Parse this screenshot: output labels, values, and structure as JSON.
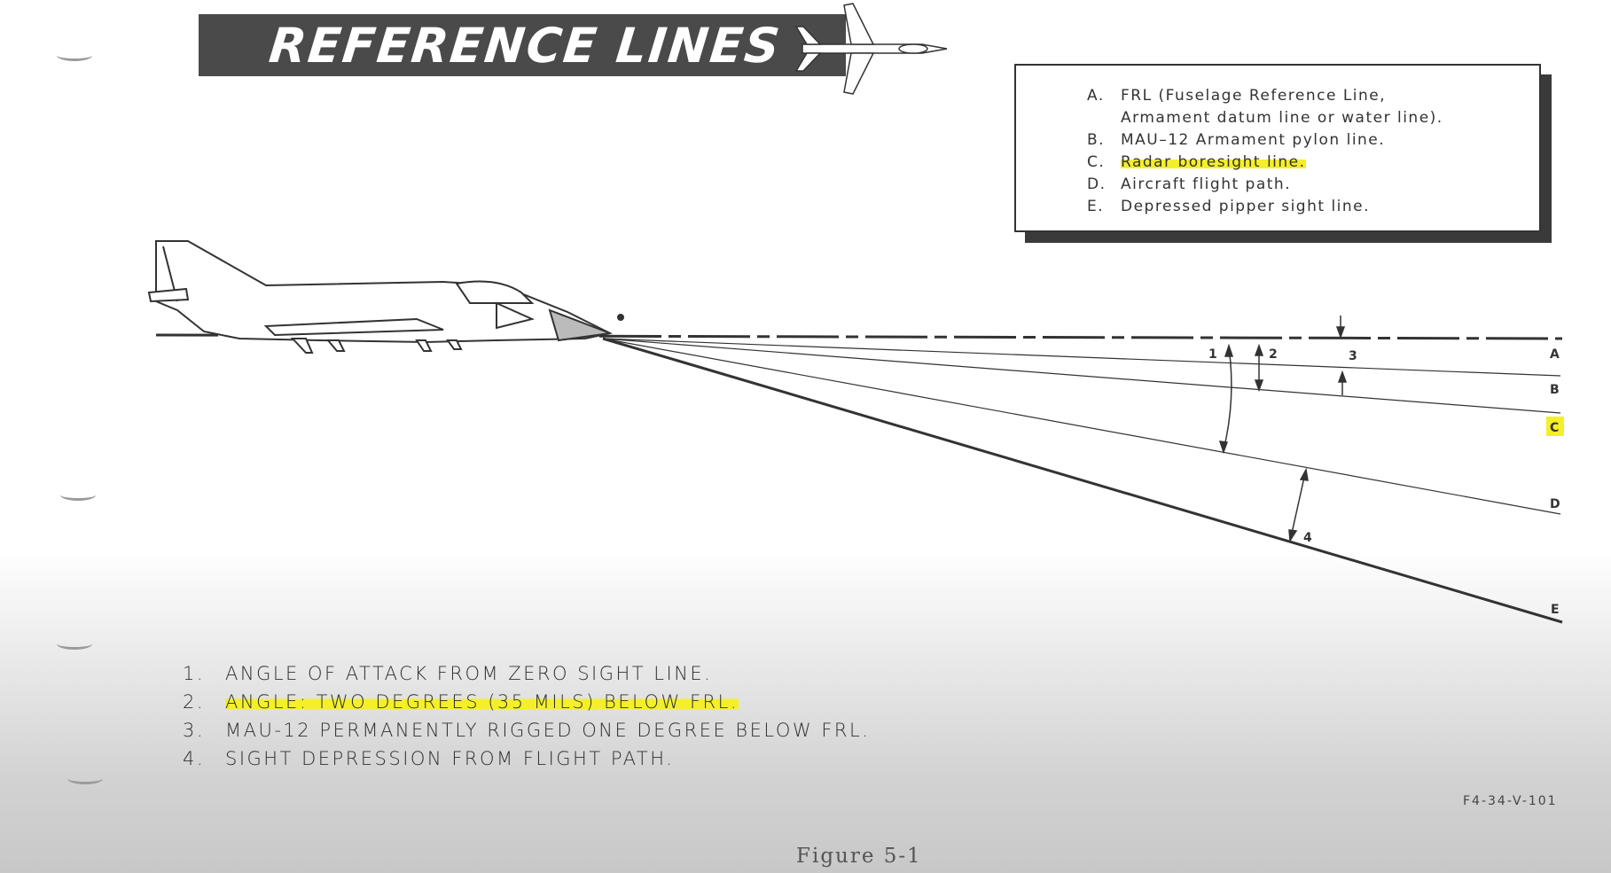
{
  "banner": {
    "title": "REFERENCE LINES"
  },
  "legend": {
    "items": [
      {
        "key": "A.",
        "text": "FRL (Fuselage Reference Line,",
        "highlight": false
      },
      {
        "key": "",
        "text": "Armament datum line or water line).",
        "highlight": false
      },
      {
        "key": "B.",
        "text": "MAU–12 Armament pylon line.",
        "highlight": false
      },
      {
        "key": "C.",
        "text": "Radar boresight line.",
        "highlight": true
      },
      {
        "key": "D.",
        "text": "Aircraft flight path.",
        "highlight": false
      },
      {
        "key": "E.",
        "text": "Depressed pipper sight line.",
        "highlight": false
      }
    ]
  },
  "line_labels": [
    "A",
    "B",
    "C",
    "D",
    "E"
  ],
  "angle_labels": [
    "1",
    "2",
    "3",
    "4"
  ],
  "notes": [
    {
      "num": "1.",
      "text": "ANGLE OF ATTACK FROM ZERO SIGHT LINE.",
      "highlight": false
    },
    {
      "num": "2.",
      "text": "ANGLE: TWO DEGREES (35 MILS) BELOW FRL.",
      "highlight": true
    },
    {
      "num": "3.",
      "text": "MAU-12 PERMANENTLY RIGGED ONE DEGREE BELOW FRL.",
      "highlight": false
    },
    {
      "num": "4.",
      "text": "SIGHT DEPRESSION FROM FLIGHT PATH.",
      "highlight": false
    }
  ],
  "figure_code": "F4-34-V-101",
  "figure_caption": "Figure 5-1",
  "colors": {
    "highlight": "#f4ef2a",
    "banner": "#4a4a4a",
    "ink": "#2b2b2b"
  }
}
